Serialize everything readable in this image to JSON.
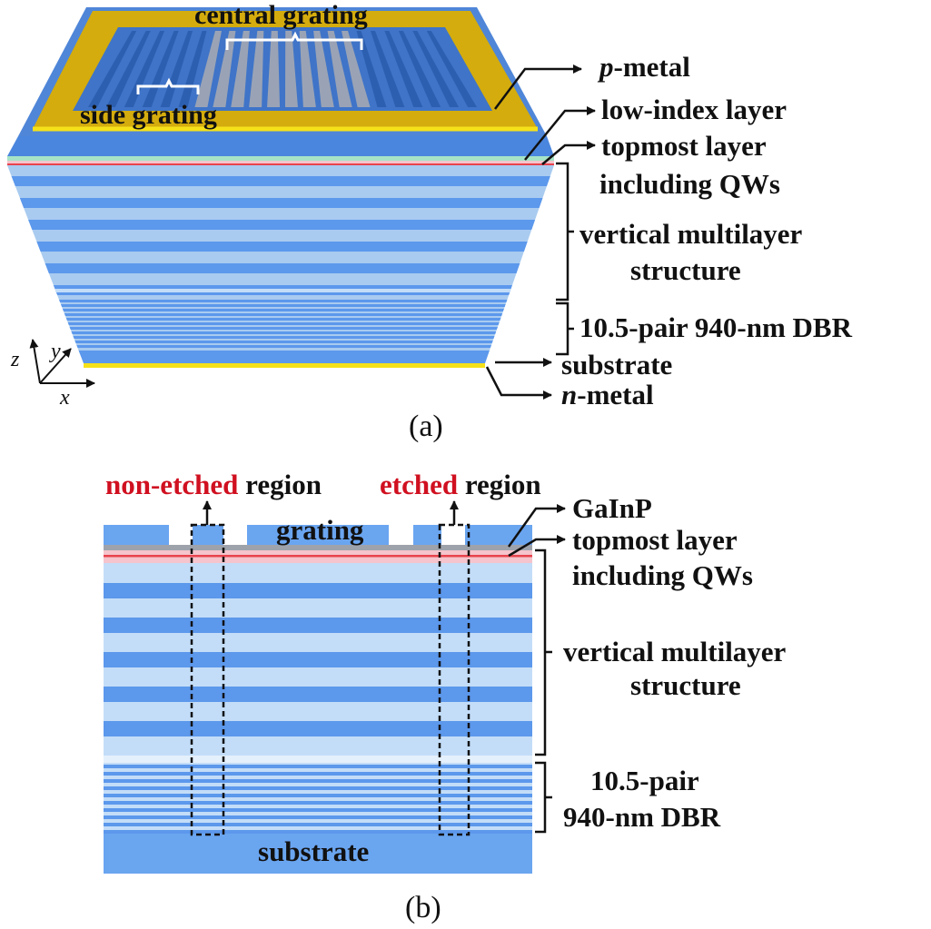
{
  "panel_a": {
    "caption": "(a)",
    "grating_labels": {
      "central": "central grating",
      "side": "side grating"
    },
    "axes": {
      "z": "z",
      "y": "y",
      "x": "x"
    },
    "labels": {
      "p_metal_prefix": "p",
      "p_metal_suffix": "-metal",
      "low_index": "low-index layer",
      "topmost_line1": "topmost layer",
      "topmost_line2": "including QWs",
      "vertical_line1": "vertical multilayer",
      "vertical_line2": "structure",
      "dbr": "10.5-pair 940-nm DBR",
      "substrate": "substrate",
      "n_metal_prefix": "n",
      "n_metal_suffix": "-metal"
    }
  },
  "panel_b": {
    "caption": "(b)",
    "non_etched_red": "non-etched",
    "non_etched_rest": " region",
    "etched_red": "etched",
    "etched_rest": " region",
    "grating": "grating",
    "substrate": "substrate",
    "labels": {
      "gainp": "GaInP",
      "topmost_line1": "topmost layer",
      "topmost_line2": "including QWs",
      "vertical_line1": "vertical multilayer",
      "vertical_line2": "structure",
      "dbr_line1": "10.5-pair",
      "dbr_line2": "940-nm DBR"
    }
  },
  "colors": {
    "metal": "#d4ac0d",
    "metal_bright": "#f5e11a",
    "layer_dark": "#5c98ec",
    "layer_light": "#a9cbf0",
    "layer_pale": "#c3ddf8",
    "qw_red": "#e8434d",
    "qw_pink": "#f5c4cc",
    "low_index_green": "#a6e3c6",
    "gainp_gray": "#9ea3ab"
  }
}
